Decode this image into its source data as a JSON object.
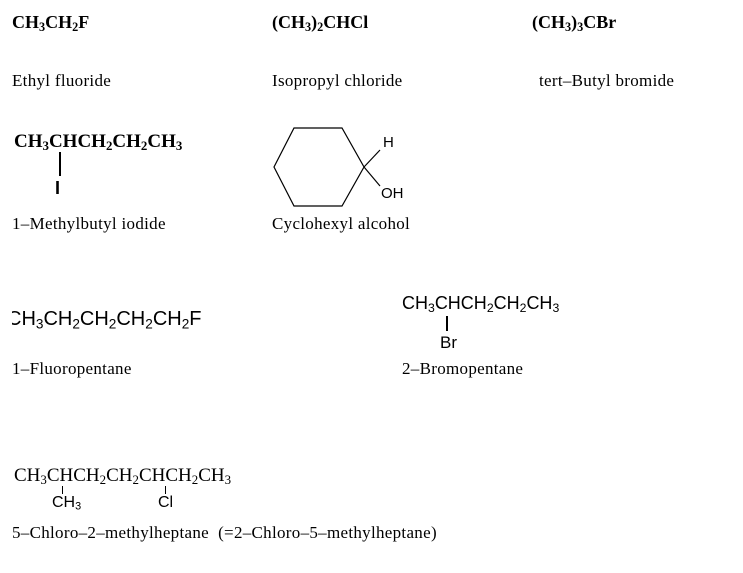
{
  "compounds": [
    {
      "formula": [
        [
          "CH",
          ""
        ],
        [
          "3",
          "sub"
        ],
        [
          "CH",
          ""
        ],
        [
          "2",
          "sub"
        ],
        [
          "F",
          ""
        ]
      ],
      "name": "Ethyl fluoride"
    },
    {
      "formula": [
        [
          "(CH",
          ""
        ],
        [
          "3",
          "sub"
        ],
        [
          ")",
          ""
        ],
        [
          "2",
          "sub"
        ],
        [
          "CHCl",
          ""
        ]
      ],
      "name": "Isopropyl chloride"
    },
    {
      "formula": [
        [
          "(CH",
          ""
        ],
        [
          "3",
          "sub"
        ],
        [
          ")",
          ""
        ],
        [
          "3",
          "sub"
        ],
        [
          "CBr",
          ""
        ]
      ],
      "name": "tert–Butyl bromide"
    },
    {
      "formula": [
        [
          "CH",
          ""
        ],
        [
          "3",
          "sub"
        ],
        [
          "CHCH",
          ""
        ],
        [
          "2",
          "sub"
        ],
        [
          "CH",
          ""
        ],
        [
          "2",
          "sub"
        ],
        [
          "CH",
          ""
        ],
        [
          "3",
          "sub"
        ]
      ],
      "substituent": "I",
      "name": "1–Methylbutyl iodide"
    },
    {
      "ring_h": "H",
      "ring_oh": "OH",
      "name": "Cyclohexyl alcohol"
    },
    {
      "formula": [
        [
          "CH",
          ""
        ],
        [
          "3",
          "sub"
        ],
        [
          "CH",
          ""
        ],
        [
          "2",
          "sub"
        ],
        [
          "CH",
          ""
        ],
        [
          "2",
          "sub"
        ],
        [
          "CH",
          ""
        ],
        [
          "2",
          "sub"
        ],
        [
          "CH",
          ""
        ],
        [
          "2",
          "sub"
        ],
        [
          "F",
          ""
        ]
      ],
      "name": "1–Fluoropentane"
    },
    {
      "formula": [
        [
          "CH",
          ""
        ],
        [
          "3",
          "sub"
        ],
        [
          "CHCH",
          ""
        ],
        [
          "2",
          "sub"
        ],
        [
          "CH",
          ""
        ],
        [
          "2",
          "sub"
        ],
        [
          "CH",
          ""
        ],
        [
          "3",
          "sub"
        ]
      ],
      "substituent": "Br",
      "name": "2–Bromopentane"
    },
    {
      "formula": [
        [
          "CH",
          ""
        ],
        [
          "3",
          "sub"
        ],
        [
          "CHCH",
          ""
        ],
        [
          "2",
          "sub"
        ],
        [
          "CH",
          ""
        ],
        [
          "2",
          "sub"
        ],
        [
          "CHCH",
          ""
        ],
        [
          "2",
          "sub"
        ],
        [
          "CH",
          ""
        ],
        [
          "3",
          "sub"
        ]
      ],
      "substituent1": [
        [
          "CH",
          ""
        ],
        [
          "3",
          "sub"
        ]
      ],
      "substituent2": "Cl",
      "name": "5–Chloro–2–methylheptane  (=2–Chloro–5–methylheptane)"
    }
  ]
}
